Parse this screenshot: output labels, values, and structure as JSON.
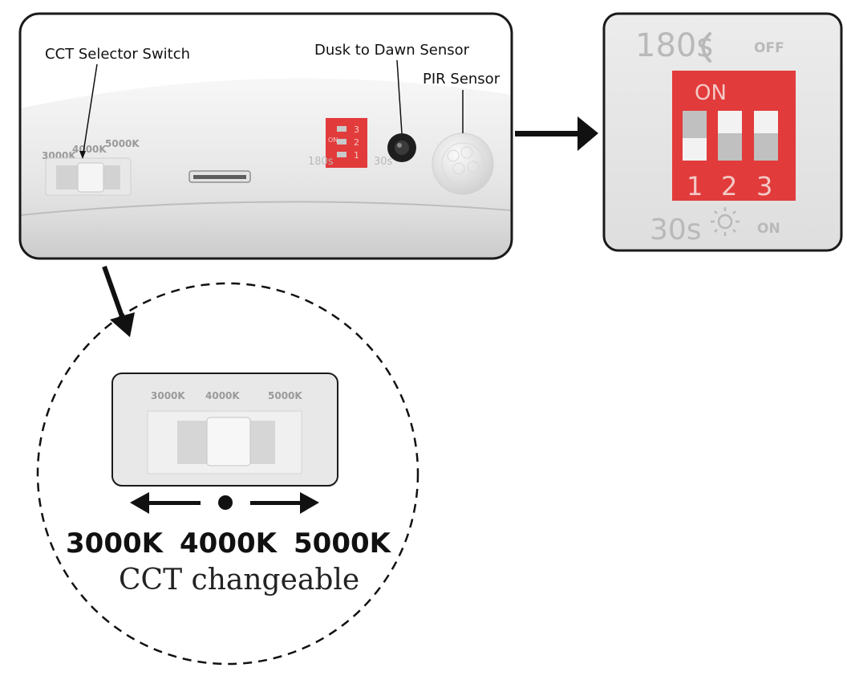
{
  "callouts": {
    "cct_selector": "CCT Selector Switch",
    "dusk_to_dawn": "Dusk to Dawn Sensor",
    "pir_sensor": "PIR Sensor"
  },
  "device_small": {
    "switch_labels": [
      "3000K",
      "4000K",
      "5000K"
    ],
    "dip_on": "ON",
    "dip_numbers": [
      "1",
      "2",
      "3"
    ],
    "top_label": "180s",
    "bottom_label": "30s"
  },
  "dip_zoom": {
    "top_time": "180s",
    "top_state": "OFF",
    "on_label": "ON",
    "numbers": [
      "1",
      "2",
      "3"
    ],
    "bottom_time": "30s",
    "bottom_state": "ON"
  },
  "cct_zoom": {
    "switch_labels": [
      "3000K",
      "4000K",
      "5000K"
    ],
    "options": [
      "3000K",
      "4000K",
      "5000K"
    ],
    "caption": "CCT changeable"
  },
  "colors": {
    "dip_red": "#e23b3b",
    "housing": "#e9e9e9",
    "outline": "#1a1a1a"
  },
  "icons": [
    "moon-icon",
    "sun-icon",
    "arrow-right-icon",
    "arrow-down-icon",
    "arrow-left-icon"
  ]
}
